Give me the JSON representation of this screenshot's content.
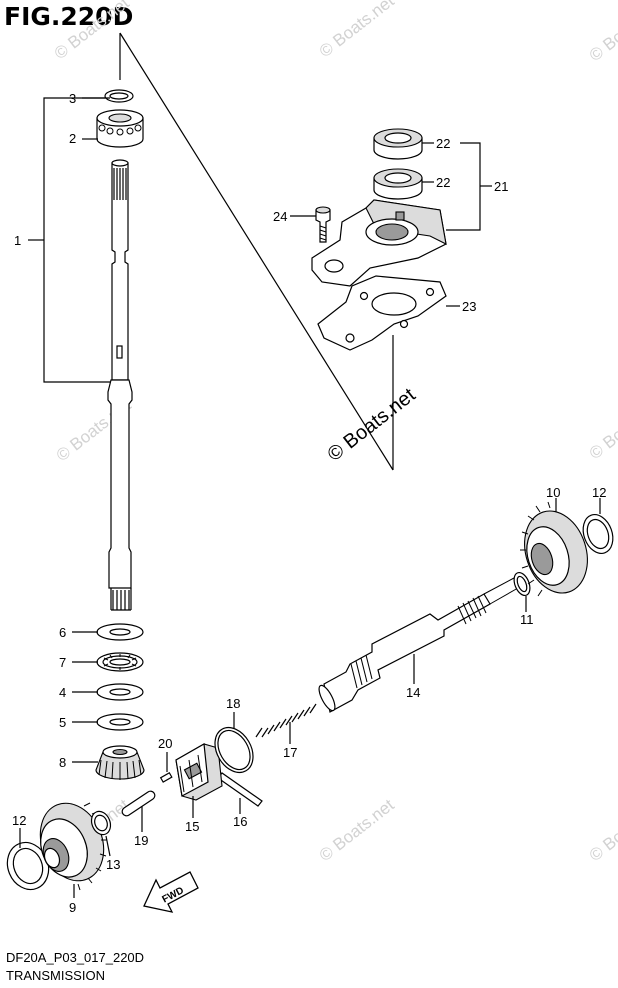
{
  "figure": {
    "title": "FIG.220D",
    "code": "DF20A_P03_017_220D",
    "section": "TRANSMISSION"
  },
  "watermark": {
    "text": "© Boats.net"
  },
  "fwd_arrow": {
    "label": "FWD"
  },
  "callouts": [
    {
      "id": "1",
      "label": "1"
    },
    {
      "id": "2",
      "label": "2"
    },
    {
      "id": "3",
      "label": "3"
    },
    {
      "id": "4",
      "label": "4"
    },
    {
      "id": "5",
      "label": "5"
    },
    {
      "id": "6",
      "label": "6"
    },
    {
      "id": "7",
      "label": "7"
    },
    {
      "id": "8",
      "label": "8"
    },
    {
      "id": "9",
      "label": "9"
    },
    {
      "id": "10",
      "label": "10"
    },
    {
      "id": "11",
      "label": "11"
    },
    {
      "id": "12a",
      "label": "12"
    },
    {
      "id": "12b",
      "label": "12"
    },
    {
      "id": "13",
      "label": "13"
    },
    {
      "id": "14",
      "label": "14"
    },
    {
      "id": "15",
      "label": "15"
    },
    {
      "id": "16",
      "label": "16"
    },
    {
      "id": "17",
      "label": "17"
    },
    {
      "id": "18",
      "label": "18"
    },
    {
      "id": "19",
      "label": "19"
    },
    {
      "id": "20",
      "label": "20"
    },
    {
      "id": "21",
      "label": "21"
    },
    {
      "id": "22a",
      "label": "22"
    },
    {
      "id": "22b",
      "label": "22"
    },
    {
      "id": "23",
      "label": "23"
    },
    {
      "id": "24",
      "label": "24"
    }
  ]
}
